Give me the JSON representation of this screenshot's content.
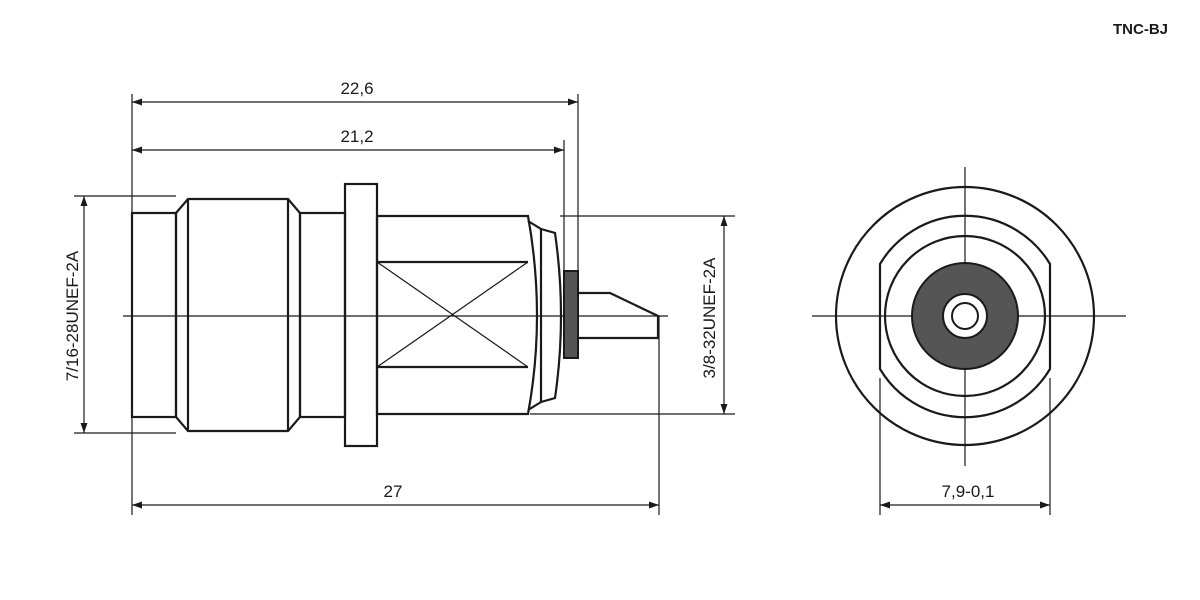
{
  "title": "TNC-BJ",
  "dimensions": {
    "overall_top": "22,6",
    "flange_length": "21,2",
    "overall_length": "27",
    "thread_left": "7/16-28UNEF-2A",
    "thread_right": "3/8-32UNEF-2A",
    "flat_width": "7,9-0,1"
  },
  "colors": {
    "line": "#1a1a1a",
    "insulator": "#555555",
    "background": "#ffffff"
  }
}
